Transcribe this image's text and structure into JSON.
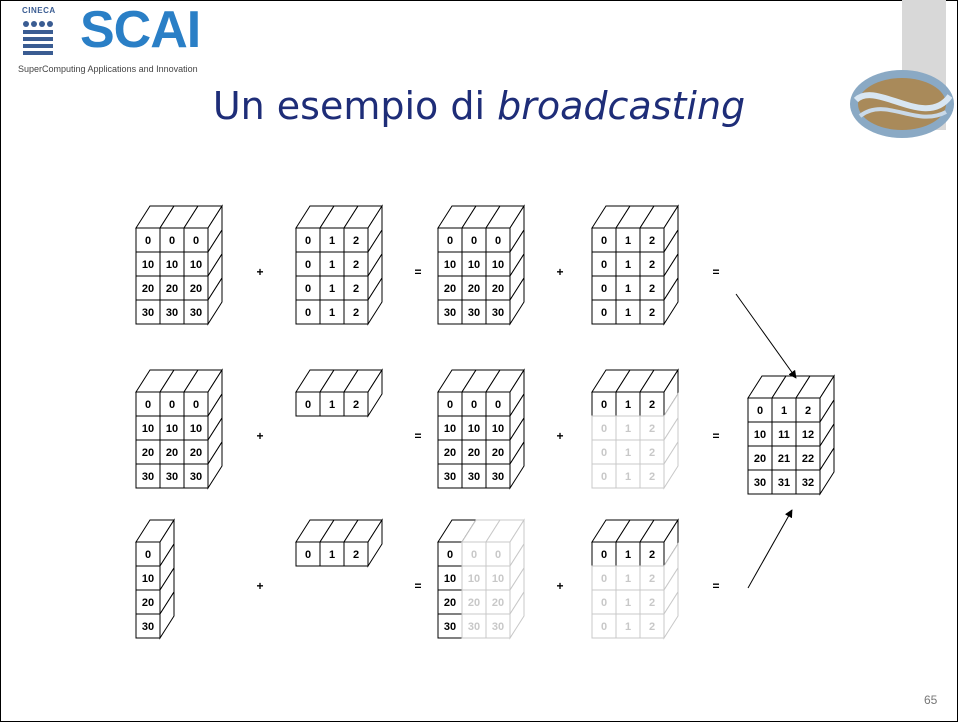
{
  "logo": {
    "org": "CINECA",
    "name": "SCAI",
    "tagline": "SuperComputing Applications and Innovation"
  },
  "title": {
    "main": "Un esempio di ",
    "emphasis": "broadcasting"
  },
  "page_number": "65",
  "operators": {
    "plus": "+",
    "equals": "="
  },
  "rows": [
    {
      "left": {
        "cells": [
          [
            "0",
            "0",
            "0"
          ],
          [
            "10",
            "10",
            "10"
          ],
          [
            "20",
            "20",
            "20"
          ],
          [
            "30",
            "30",
            "30"
          ]
        ],
        "faded": []
      },
      "right": {
        "cells": [
          [
            "0",
            "1",
            "2"
          ],
          [
            "0",
            "1",
            "2"
          ],
          [
            "0",
            "1",
            "2"
          ],
          [
            "0",
            "1",
            "2"
          ]
        ],
        "faded": []
      },
      "left_b": {
        "cells": [
          [
            "0",
            "0",
            "0"
          ],
          [
            "10",
            "10",
            "10"
          ],
          [
            "20",
            "20",
            "20"
          ],
          [
            "30",
            "30",
            "30"
          ]
        ],
        "faded": []
      },
      "right_b": {
        "cells": [
          [
            "0",
            "1",
            "2"
          ],
          [
            "0",
            "1",
            "2"
          ],
          [
            "0",
            "1",
            "2"
          ],
          [
            "0",
            "1",
            "2"
          ]
        ],
        "faded": []
      }
    },
    {
      "left": {
        "cells": [
          [
            "0",
            "0",
            "0"
          ],
          [
            "10",
            "10",
            "10"
          ],
          [
            "20",
            "20",
            "20"
          ],
          [
            "30",
            "30",
            "30"
          ]
        ],
        "faded": []
      },
      "right": {
        "cells": [
          [
            "0",
            "1",
            "2"
          ]
        ],
        "faded": []
      },
      "left_b": {
        "cells": [
          [
            "0",
            "0",
            "0"
          ],
          [
            "10",
            "10",
            "10"
          ],
          [
            "20",
            "20",
            "20"
          ],
          [
            "30",
            "30",
            "30"
          ]
        ],
        "faded": []
      },
      "right_b": {
        "cells": [
          [
            "0",
            "1",
            "2"
          ],
          [
            "0",
            "1",
            "2"
          ],
          [
            "0",
            "1",
            "2"
          ],
          [
            "0",
            "1",
            "2"
          ]
        ],
        "faded": [
          "1,0",
          "1,1",
          "1,2",
          "2,0",
          "2,1",
          "2,2",
          "3,0",
          "3,1",
          "3,2"
        ]
      }
    },
    {
      "left": {
        "cells": [
          [
            "0"
          ],
          [
            "10"
          ],
          [
            "20"
          ],
          [
            "30"
          ]
        ],
        "faded": []
      },
      "right": {
        "cells": [
          [
            "0",
            "1",
            "2"
          ]
        ],
        "faded": []
      },
      "left_b": {
        "cells": [
          [
            "0",
            "0",
            "0"
          ],
          [
            "10",
            "10",
            "10"
          ],
          [
            "20",
            "20",
            "20"
          ],
          [
            "30",
            "30",
            "30"
          ]
        ],
        "faded": [
          "0,1",
          "0,2",
          "1,1",
          "1,2",
          "2,1",
          "2,2",
          "3,1",
          "3,2"
        ]
      },
      "right_b": {
        "cells": [
          [
            "0",
            "1",
            "2"
          ],
          [
            "0",
            "1",
            "2"
          ],
          [
            "0",
            "1",
            "2"
          ],
          [
            "0",
            "1",
            "2"
          ]
        ],
        "faded": [
          "1,0",
          "1,1",
          "1,2",
          "2,0",
          "2,1",
          "2,2",
          "3,0",
          "3,1",
          "3,2"
        ]
      }
    }
  ],
  "result": {
    "cells": [
      [
        "0",
        "1",
        "2"
      ],
      [
        "10",
        "11",
        "12"
      ],
      [
        "20",
        "21",
        "22"
      ],
      [
        "30",
        "31",
        "32"
      ]
    ],
    "faded": []
  },
  "colors": {
    "cell_border": "#000000",
    "faded": "#c8c8c8",
    "title": "#1e2d78",
    "logo": "#2a7fc6"
  }
}
